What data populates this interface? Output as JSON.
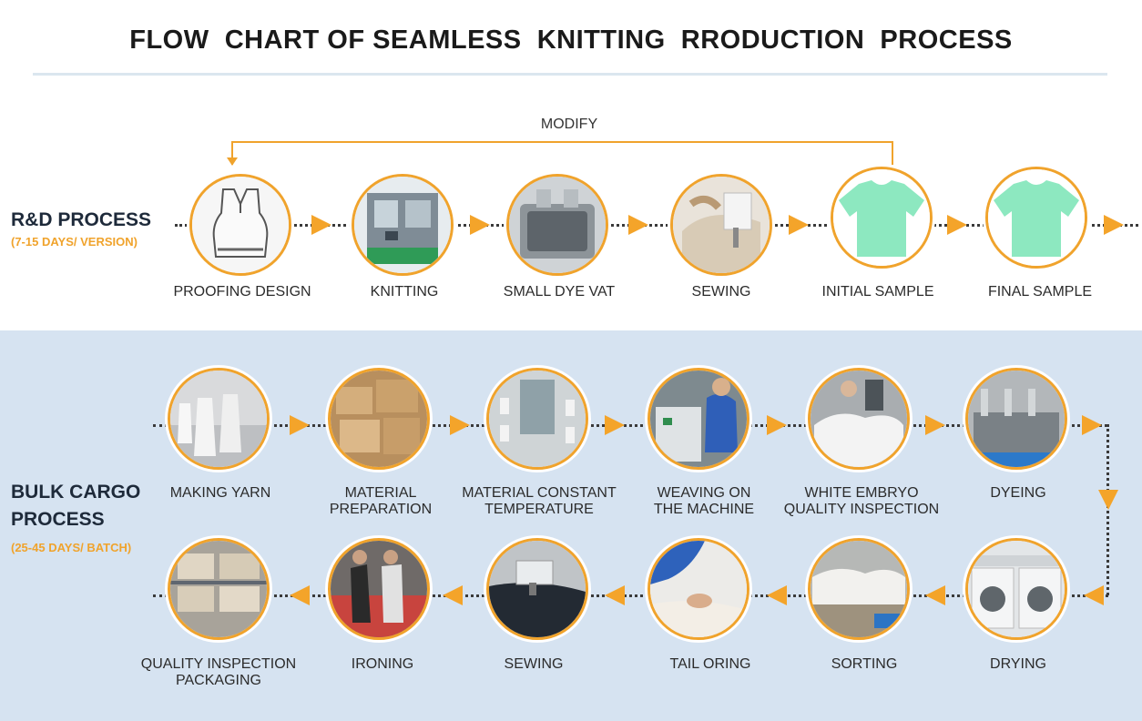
{
  "title": "FLOW  CHART OF SEAMLESS  KNITTING  RRODUCTION  PROCESS",
  "colors": {
    "accent": "#f0a32c",
    "panel": "#d6e3f1",
    "text": "#2b2b2b"
  },
  "rd": {
    "label": "R&D PROCESS",
    "duration": "(7-15 DAYS/ VERSION)",
    "modify": "MODIFY",
    "steps": [
      {
        "label": "PROOFING DESIGN",
        "icon": "tank-top-sketch-icon"
      },
      {
        "label": "KNITTING",
        "icon": "knitting-machine-icon"
      },
      {
        "label": "SMALL DYE VAT",
        "icon": "dye-vat-icon"
      },
      {
        "label": "SEWING",
        "icon": "sewing-machine-icon"
      },
      {
        "label": "INITIAL  SAMPLE",
        "icon": "shirt-icon"
      },
      {
        "label": "FINAL  SAMPLE",
        "icon": "shirt-icon"
      }
    ]
  },
  "bulk": {
    "label": "BULK CARGO\nPROCESS",
    "duration": "(25-45 DAYS/ BATCH)",
    "row1": [
      {
        "label": "MAKING YARN",
        "icon": "yarn-cones-icon"
      },
      {
        "label": "MATERIAL\nPREPARATION",
        "icon": "cartons-icon"
      },
      {
        "label": "MATERIAL CONSTANT\nTEMPERATURE",
        "icon": "yarn-room-icon"
      },
      {
        "label": "WEAVING ON\nTHE MACHINE",
        "icon": "machine-operator-icon"
      },
      {
        "label": "WHITE EMBRYO\nQUALITY INSPECTION",
        "icon": "inspection-icon"
      },
      {
        "label": "DYEING",
        "icon": "dyeing-machine-icon"
      }
    ],
    "row2": [
      {
        "label": "QUALITY INSPECTION\nPACKAGING",
        "icon": "warehouse-icon"
      },
      {
        "label": "IRONING",
        "icon": "ironing-icon"
      },
      {
        "label": "SEWING",
        "icon": "sewing-icon"
      },
      {
        "label": "TAIL ORING",
        "icon": "tailoring-icon"
      },
      {
        "label": "SORTING",
        "icon": "sorting-icon"
      },
      {
        "label": "DRYING",
        "icon": "dryer-icon"
      }
    ]
  }
}
